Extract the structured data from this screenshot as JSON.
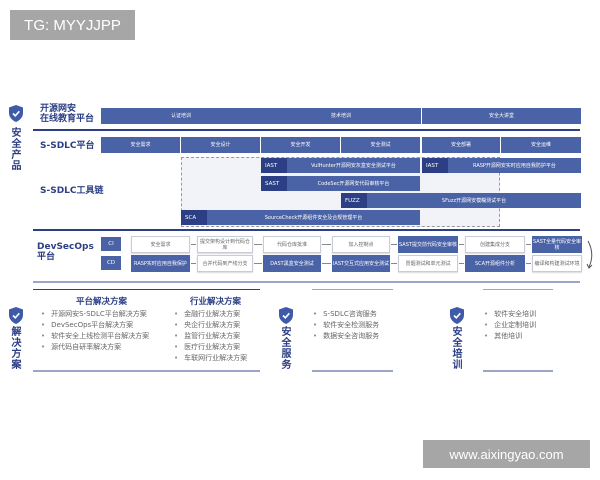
{
  "watermark_top": "TG: MYYJJPP",
  "watermark_bottom": "www.aixingyao.com",
  "colors": {
    "primary": "#4a62a6",
    "dark": "#2c3f84"
  },
  "products": {
    "section_label": "安全产品",
    "education": {
      "label": "开源网安\n在线教育平台",
      "items": [
        "认证培训",
        "技术培训",
        "安全大讲堂"
      ]
    },
    "sdlc": {
      "label": "S-SDLC平台",
      "items": [
        "安全需求",
        "安全设计",
        "安全开发",
        "安全测试",
        "安全部署",
        "安全运维"
      ]
    },
    "toolchain": {
      "label": "S-SDLC工具链",
      "tools": [
        {
          "tag": "IAST",
          "name": "VulHunter开源网安灰盒安全测试平台"
        },
        {
          "tag": "IAST",
          "name": "RASP开源网安实时应用自我防护平台"
        },
        {
          "tag": "SAST",
          "name": "CodeSec开源网安代码审核平台"
        },
        {
          "tag": "FUZZ",
          "name": "SFuzz开源网安模糊测试平台"
        },
        {
          "tag": "SCA",
          "name": "SourceCheck开源组件安全及合规管理平台"
        }
      ]
    },
    "devsecops": {
      "label": "DevSecOps平台",
      "ci": {
        "tag": "CI",
        "items": [
          "安全需求",
          "提交架构设计到代码仓库",
          "代码仓库批准",
          "加入控制点",
          "SAST提交前代码安全审核",
          "创建集成分支",
          "SAST全量代码安全审核"
        ]
      },
      "cd": {
        "tag": "CD",
        "items": [
          "RASP实时应用自我保护",
          "合并代码到产线分支",
          "DAST黑盒安全测试",
          "IAST交互式应用安全测试",
          "冒烟测试和单元测试",
          "SCA开源组件分析",
          "编译和构建测试环境"
        ]
      }
    }
  },
  "solutions": {
    "section_label": "解决方案",
    "platform": {
      "title": "平台解决方案",
      "items": [
        "开源网安S-SDLC平台解决方案",
        "DevSecOps平台解决方案",
        "软件安全上线检测平台解决方案",
        "源代码自研率解决方案"
      ]
    },
    "industry": {
      "title": "行业解决方案",
      "items": [
        "金融行业解决方案",
        "央企行业解决方案",
        "监管行业解决方案",
        "医疗行业解决方案",
        "车联网行业解决方案"
      ]
    }
  },
  "services": {
    "section_label": "安全服务",
    "items": [
      "S-SDLC咨询服务",
      "软件安全检测服务",
      "数据安全咨询服务"
    ]
  },
  "training": {
    "section_label": "安全培训",
    "items": [
      "软件安全培训",
      "企业定制培训",
      "其他培训"
    ]
  }
}
